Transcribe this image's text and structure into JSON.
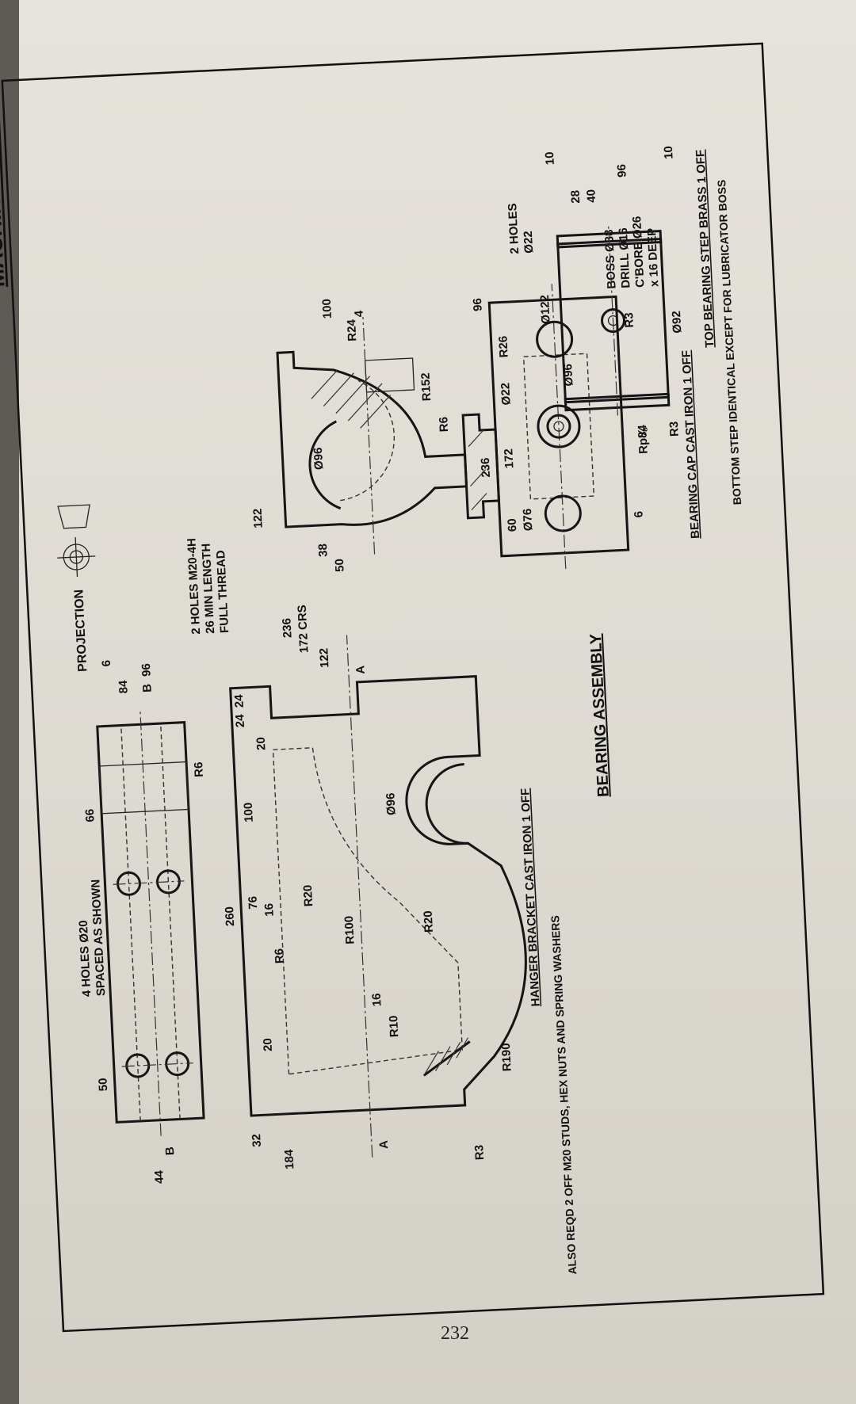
{
  "page": {
    "number": "232",
    "title": "MACHINE DRAWING",
    "projection_label": "PROJECTION"
  },
  "hanger": {
    "title": "HANGER BRACKET  CAST IRON  1 OFF",
    "note": "ALSO REQD 2 OFF M20 STUDS, HEX NUTS AND SPRING WASHERS",
    "holes_note_1": "4 HOLES Ø20",
    "holes_note_2": "SPACED AS SHOWN",
    "studs_note_1": "2 HOLES M20-4H",
    "studs_note_2": "26 MIN LENGTH",
    "studs_note_3": "FULL THREAD",
    "dims": {
      "d184": "184",
      "d32": "32",
      "d260": "260",
      "d76": "76",
      "d16": "16",
      "d100": "100",
      "d20a": "20",
      "d20b": "20",
      "d24a": "24",
      "d24b": "24",
      "d236": "236",
      "d172crs": "172 CRS",
      "d122": "122",
      "d96": "96",
      "d84": "84",
      "d6": "6",
      "d44": "44",
      "d50": "50",
      "d66": "66",
      "r190": "R190",
      "r3": "R3",
      "r10": "R10",
      "r6a": "R6",
      "r6b": "R6",
      "r100": "R100",
      "r20a": "R20",
      "r20b": "R20",
      "d16b": "16",
      "d96b": "Ø96",
      "secA1": "A",
      "secA2": "A",
      "secB1": "B",
      "secB2": "B"
    }
  },
  "cap": {
    "title": "BEARING CAP  CAST IRON  1 OFF",
    "holes_note_1": "2 HOLES",
    "holes_note_2": "Ø22",
    "boss_note_1": "BOSS Ø38",
    "boss_note_2": "DRILL Ø16",
    "boss_note_3": "C'BORE Ø26",
    "boss_note_4": "x 16 DEEP",
    "dims": {
      "d100": "100",
      "r24": "R24",
      "r6": "R6",
      "r152": "R152",
      "d96": "Ø96",
      "d122": "122",
      "d38": "38",
      "d50": "50",
      "d236": "236",
      "d172": "172",
      "d96b": "96",
      "r26": "R26",
      "r3": "R3",
      "d84": "84",
      "d6": "6",
      "d4": "4"
    }
  },
  "step": {
    "title": "TOP BEARING STEP  BRASS  1 OFF",
    "note": "BOTTOM STEP IDENTICAL EXCEPT FOR LUBRICATOR BOSS",
    "dims": {
      "d22": "Ø22",
      "d76": "Ø76",
      "d60": "60",
      "d122": "Ø122",
      "d96": "Ø96",
      "d92": "Ø92",
      "d10a": "10",
      "d10b": "10",
      "d28": "28",
      "d40": "40",
      "d96b": "96",
      "r3": "R3",
      "rp": "Rp⅛"
    }
  },
  "assembly": {
    "title": "BEARING ASSEMBLY"
  }
}
